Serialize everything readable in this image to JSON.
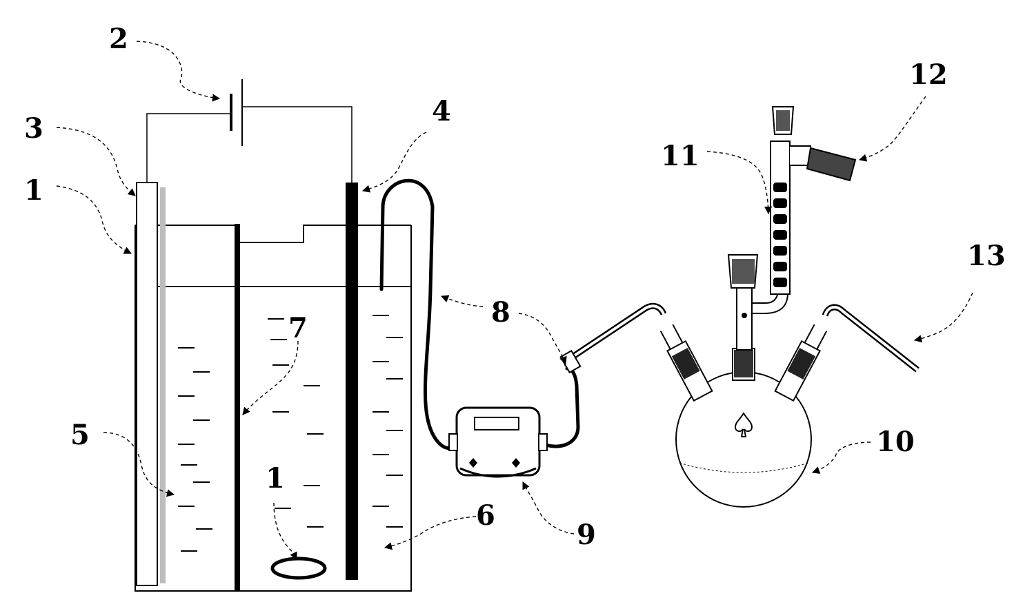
{
  "labels": {
    "l1": "1",
    "l2": "2",
    "l3": "3",
    "l4": "4",
    "l5": "5",
    "l6": "6",
    "l7": "7",
    "l1b": "1",
    "l8": "8",
    "l9": "9",
    "l10": "10",
    "l11": "11",
    "l12": "12",
    "l13": "13"
  },
  "colors": {
    "ink": "#000000",
    "background": "#ffffff",
    "electrode_shade": "#bdbdbd"
  }
}
